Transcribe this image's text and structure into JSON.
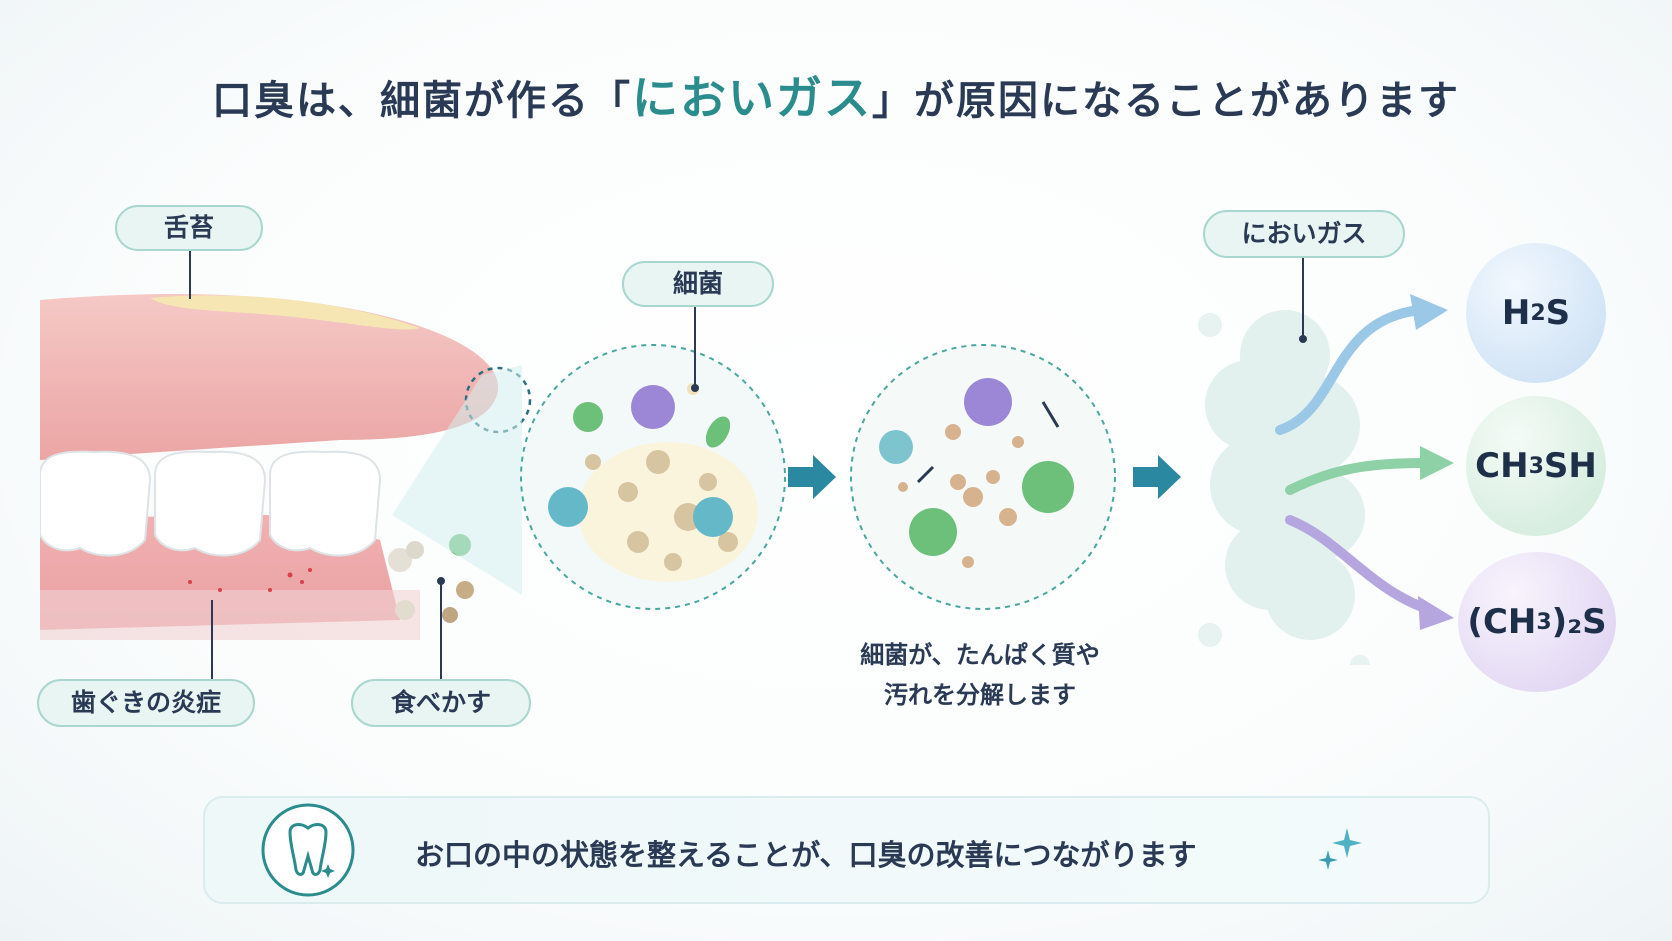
{
  "title": {
    "before": "口臭は、細菌が作る「",
    "highlight": "においガス",
    "after": "」が原因になることがあります"
  },
  "labels": {
    "tongue_coating": "舌苔",
    "bacteria": "細菌",
    "gum_inflammation": "歯ぐきの炎症",
    "food_debris": "食べかす",
    "odor_gas": "においガス"
  },
  "caption": {
    "line1": "細菌が、たんぱく質や",
    "line2": "汚れを分解します"
  },
  "gases": [
    {
      "main": "H",
      "sub": "2",
      "tail": "S",
      "color": "#cfe3f5"
    },
    {
      "main": "CH",
      "sub": "3",
      "tail": "SH",
      "color": "#d8f0e3"
    },
    {
      "main": "(CH",
      "sub": "3",
      "tail": ")₂S",
      "color": "#e6dcf3"
    }
  ],
  "banner": {
    "text": "お口の中の状態を整えることが、口臭の改善につながります"
  },
  "colors": {
    "accent": "#2a8c8c",
    "text": "#2a3a55",
    "arrow": "#2a88a0"
  }
}
